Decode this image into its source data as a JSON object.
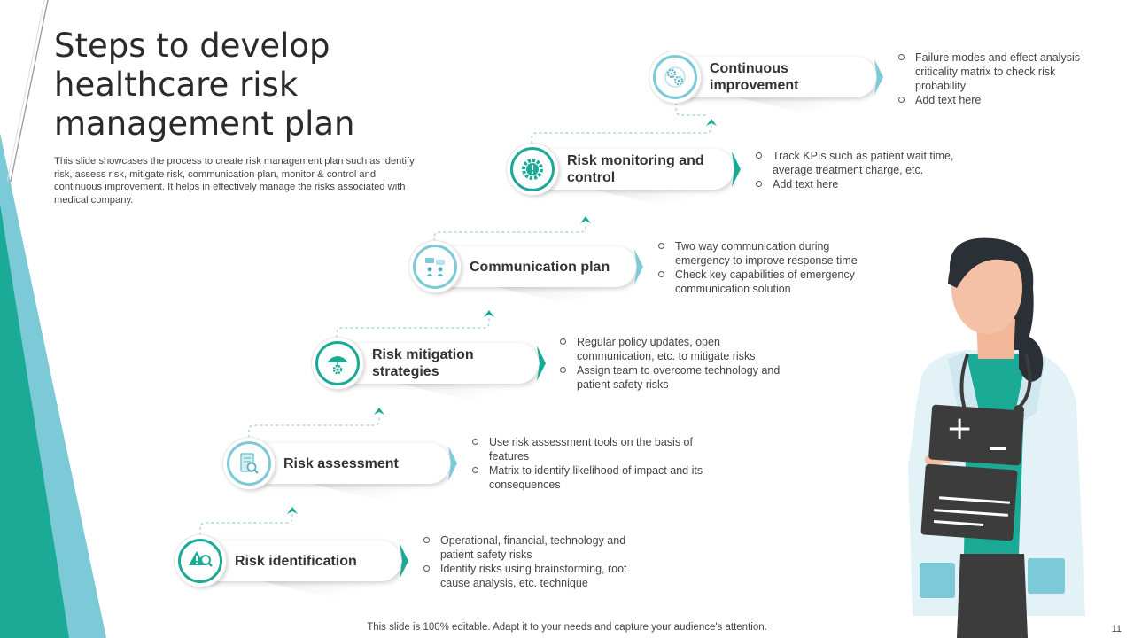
{
  "slide": {
    "title": "Steps to develop healthcare risk management plan",
    "description": "This slide showcases the process to create risk management plan such as identify risk, assess risk, mitigate risk, communication plan, monitor & control and continuous improvement. It helps in effectively manage the risks associated with medical company.",
    "footer": "This slide is 100% editable. Adapt it to your needs and capture your audience's attention.",
    "page_number": "11"
  },
  "colors": {
    "teal": "#1aaa96",
    "light_blue": "#7cc9d8",
    "dark_gray": "#3c3c3c"
  },
  "steps": [
    {
      "label": "Risk identification",
      "icon": "warning-search-icon",
      "bullets": [
        "Operational, financial, technology and patient safety risks",
        "Identify risks using brainstorming, root cause analysis, etc. technique"
      ]
    },
    {
      "label": "Risk assessment",
      "icon": "document-magnifier-icon",
      "bullets": [
        "Use risk assessment tools on the basis of features",
        "Matrix to identify likelihood of impact and its consequences"
      ]
    },
    {
      "label": "Risk mitigation strategies",
      "icon": "umbrella-gear-icon",
      "bullets": [
        "Regular policy updates, open communication, etc. to mitigate risks",
        "Assign team to overcome technology and patient safety risks"
      ]
    },
    {
      "label": "Communication plan",
      "icon": "team-chat-icon",
      "bullets": [
        "Two way communication during emergency to improve response time",
        "Check key capabilities of emergency communication solution"
      ]
    },
    {
      "label": "Risk monitoring and control",
      "icon": "gear-alert-icon",
      "bullets": [
        "Track KPIs such as patient wait time, average treatment charge, etc.",
        "Add text here"
      ]
    },
    {
      "label": "Continuous improvement",
      "icon": "gear-cycle-icon",
      "bullets": [
        "Failure modes and effect analysis criticality matrix to check risk probability",
        "Add text here"
      ]
    }
  ]
}
